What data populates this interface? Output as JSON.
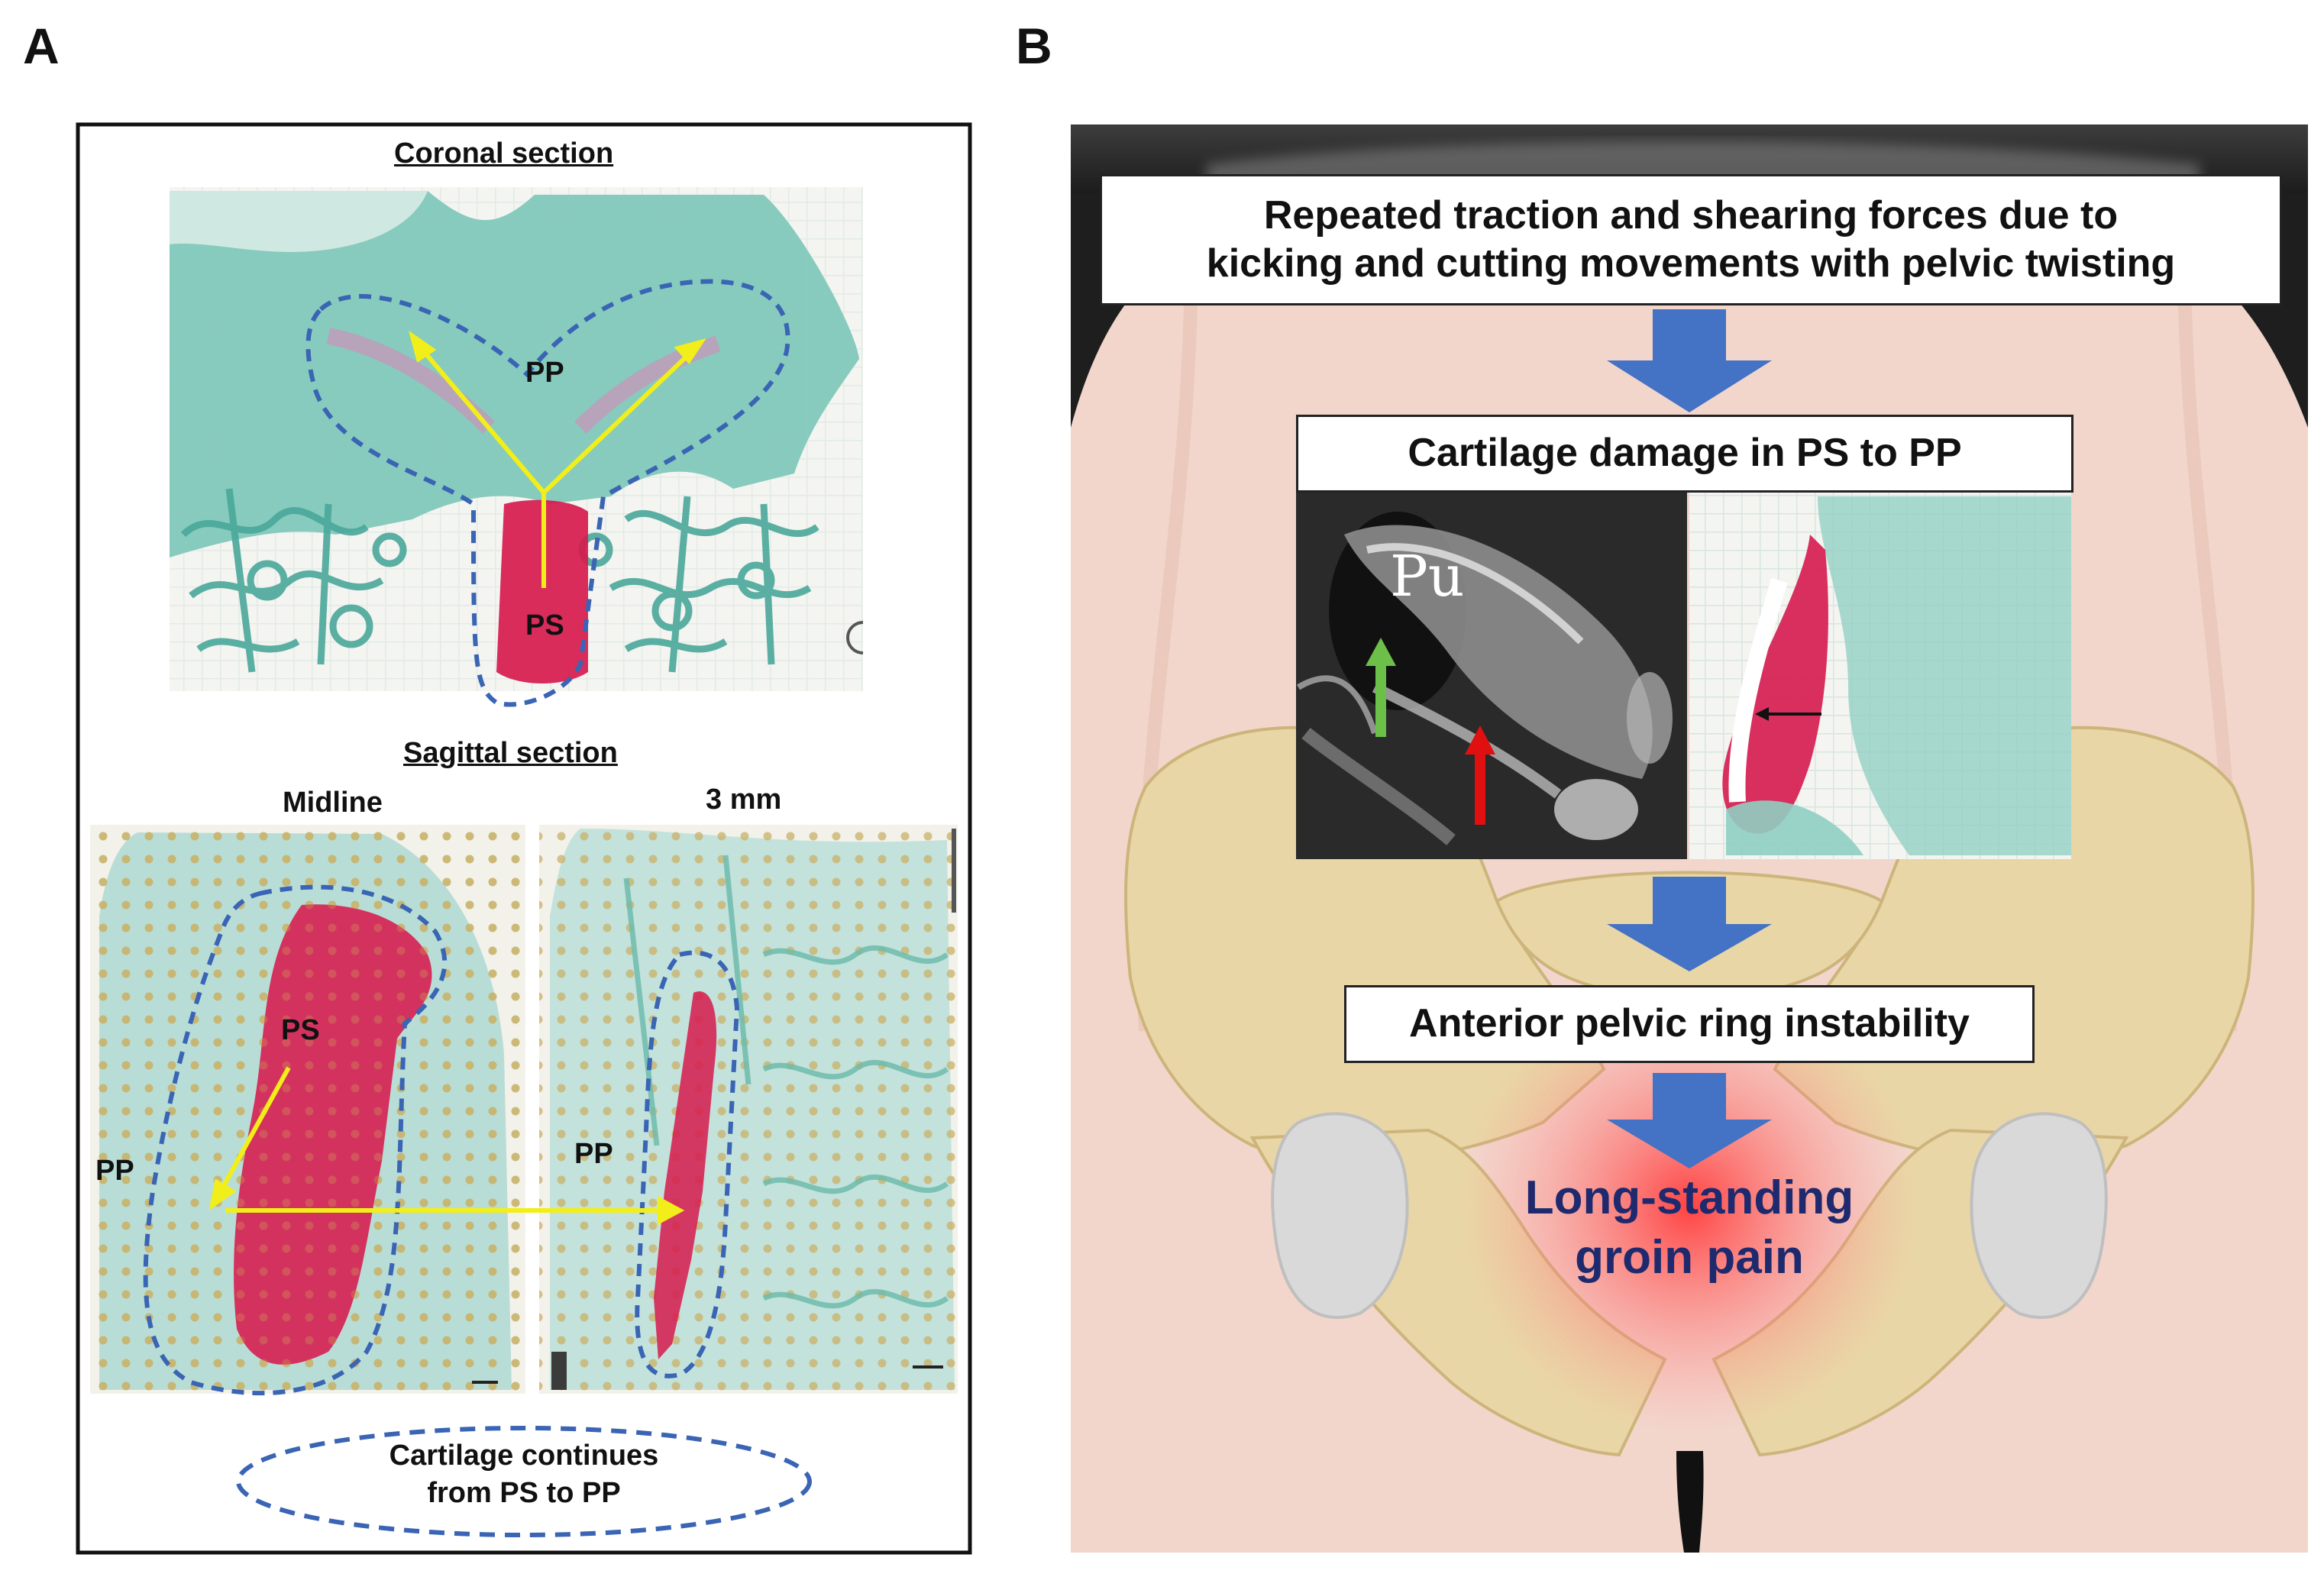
{
  "panel_a": {
    "letter": "A",
    "coronal_title": "Coronal section",
    "coronal_pp": "PP",
    "coronal_ps": "PS",
    "sagittal_title": "Sagittal section",
    "midline_label": "Midline",
    "offset_label": "3 mm",
    "sag_ps": "PS",
    "sag_pp_left": "PP",
    "sag_pp_right": "PP",
    "oval_line1": "Cartilage continues",
    "oval_line2": "from PS to PP"
  },
  "panel_b": {
    "letter": "B",
    "box1_line1": "Repeated traction and shearing forces due to",
    "box1_line2": "kicking and cutting movements with pelvic twisting",
    "box2": "Cartilage damage in PS to PP",
    "mri_label": "Pu",
    "box3": "Anterior pelvic ring instability",
    "outcome_line1": "Long-standing",
    "outcome_line2": "groin pain"
  },
  "colors": {
    "dashed_outline": "#3a64b4",
    "yellow_arrow": "#f2ee1a",
    "flow_arrow": "#4472c4",
    "cartilage_red": "#d61a4e",
    "tissue_teal": "#86cbbd",
    "outcome_text": "#1f2a6e",
    "green_arrow": "#6cc04a",
    "red_arrow": "#e01010"
  }
}
